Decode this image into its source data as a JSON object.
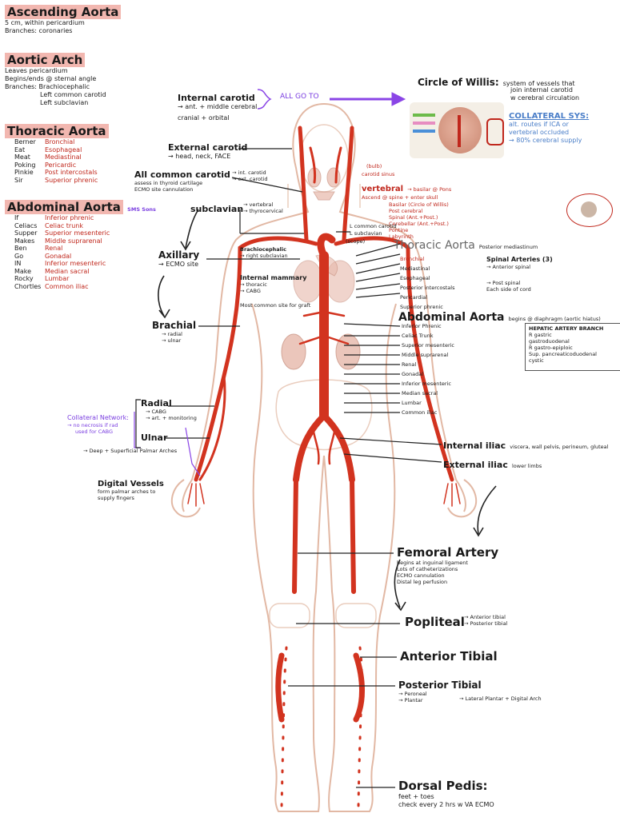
{
  "left_notes": {
    "ascending": {
      "title": "Ascending Aorta",
      "l1": "5 cm, within pericardium",
      "l2": "Branches: coronaries"
    },
    "arch": {
      "title": "Aortic Arch",
      "l1": "Leaves pericardium",
      "l2": "Begins/ends @ sternal angle",
      "l3": "Branches: Brachiocephalic",
      "l4": "Left common carotid",
      "l5": "Left subclavian"
    },
    "thoracic": {
      "title": "Thoracic Aorta",
      "rows": [
        [
          "Berner",
          "Bronchial"
        ],
        [
          "Eat",
          "Esophageal"
        ],
        [
          "Meat",
          "Mediastinal"
        ],
        [
          "Poking",
          "Pericardic"
        ],
        [
          "Pinkie",
          "Post intercostals"
        ],
        [
          "Sir",
          "Superior phrenic"
        ]
      ]
    },
    "abdominal": {
      "title": "Abdominal Aorta",
      "note": "SMS Sons",
      "rows": [
        [
          "If",
          "Inferior phrenic"
        ],
        [
          "Celiacs",
          "Celiac trunk"
        ],
        [
          "Supper",
          "Superior mesenteric"
        ],
        [
          "Makes",
          "Middle suprarenal"
        ],
        [
          "Ben",
          "Renal"
        ],
        [
          "Go",
          "Gonadal"
        ],
        [
          "IN",
          "Inferior mesenteric"
        ],
        [
          "Make",
          "Median sacral"
        ],
        [
          "Rocky",
          "Lumbar"
        ],
        [
          "Chortles",
          "Common iliac"
        ]
      ]
    }
  },
  "circle": {
    "title": "Circle of Willis:",
    "desc1": "system of vessels that",
    "desc2": "join internal carotid",
    "desc3": "w cerebral circulation",
    "collateral": "COLLATERAL SYS:",
    "c1": "alt. routes if ICA or",
    "c2": "vertebral occluded",
    "c3": "→ 80% cerebral supply"
  },
  "head": {
    "internal_carotid": "Internal carotid",
    "ic_sub1": "→ ant. + middle cerebral",
    "ic_sub2": "cranial + orbital",
    "all_go_to": "ALL GO TO",
    "external_carotid": "External carotid",
    "ec_sub": "→ head, neck, FACE",
    "common_carotid": "All common carotid",
    "cc_sub1": "assess in thyroid cartilage",
    "cc_sub2": "ECMO site cannulation",
    "cc_right1": "→ int. carotid",
    "cc_right2": "→ ext. carotid",
    "subclavian": "subclavian",
    "sub_right1": "→ vertebral",
    "sub_right2": "→ thyrocervical",
    "carotid_sinus": "carotid sinus",
    "bulb": "(bulb)",
    "vertebral": "vertebral",
    "vert_sub1": "→ basilar @ Pons",
    "vert_sub2": "Ascend @ spine + enter skull",
    "vert_list": [
      "Basilar (Circle of Willis)",
      "Post cerebral",
      "Spinal (Ant.+Post.)",
      "Cerebellar (Ant.+Post.)",
      "Pontine",
      "Labyrinth"
    ]
  },
  "mid_left": {
    "axillary": "Axillary",
    "ax_sub": "→ ECMO site",
    "brachial": "Brachial",
    "br_sub1": "→ radial",
    "br_sub2": "→ ulnar",
    "radial": "Radial",
    "rad_sub1": "→ CABG",
    "rad_sub2": "→ art. + monitoring",
    "ulnar": "Ulnar",
    "collateral": "Collateral Network:",
    "col1": "→ no necrosis if rad",
    "col2": "used for CABG",
    "palmar": "→ Deep + Superficial Palmar Arches",
    "digital": "Digital Vessels",
    "dig1": "form palmar arches to",
    "dig2": "supply fingers"
  },
  "chest": {
    "brachiocephalic": "Brachiocephalic",
    "bc_sub": "→ right subclavian",
    "internal_mammary": "Internal mammary",
    "im_sub1": "→ thoracic",
    "im_sub2": "→ CABG",
    "chest_note": "Most common site for graft",
    "l_common_carotid": "L common carotid",
    "l_subclavian": "L subclavian",
    "scope": "(scope)",
    "thoracic_aorta": "Thoracic Aorta",
    "ta_note": "Posterior mediastinum",
    "ta_list": [
      "Bronchial",
      "Mediastinal",
      "Esophageal",
      "Posterior intercostals",
      "Pericardial",
      "Superior phrenic"
    ],
    "spinal": "Spinal Arteries (3)",
    "sp1": "→ Anterior spinal",
    "sp2": "→ Post spinal",
    "sp_note": "Each side of cord",
    "abdominal_aorta": "Abdominal Aorta",
    "aa_note": "begins @ diaphragm (aortic hiatus)",
    "aa_list": [
      "Inferior Phrenic",
      "Celiac Trunk",
      "Superior mesenteric",
      "Middle suprarenal",
      "Renal",
      "Gonadal",
      "Inferior mesenteric",
      "Median sacral",
      "Lumbar",
      "Common iliac"
    ],
    "hepatic": "HEPATIC ARTERY BRANCH",
    "hepatic_list": [
      "R gastric",
      "gastroduodenal",
      "R gastro-epiploic",
      "Sup. pancreaticoduodenal",
      "cystic"
    ]
  },
  "legs": {
    "internal_iliac": "Internal iliac",
    "ii_sub": "viscera, wall pelvis, perineum, gluteal",
    "external_iliac": "External iliac",
    "ei_sub": "lower limbs",
    "femoral": "Femoral Artery",
    "fem_list": [
      "begins at inguinal ligament",
      "Lots of catheterizations",
      "ECMO cannulation",
      "Distal leg perfusion"
    ],
    "popliteal": "Popliteal",
    "pop_sub1": "→ Anterior tibial",
    "pop_sub2": "→ Posterior tibial",
    "anterior_tibial": "Anterior Tibial",
    "posterior_tibial": "Posterior Tibial",
    "pt_sub1": "→ Peroneal",
    "pt_sub2": "→ Plantar",
    "pt_sub3": "→ Lateral Plantar + Digital Arch",
    "dorsal": "Dorsal Pedis:",
    "dp1": "feet + toes",
    "dp2": "check every 2 hrs w VA ECMO"
  },
  "colors": {
    "artery": "#d2331f",
    "outline": "#e2b8a4",
    "highlight": "#f2b7b0",
    "purple": "#8a45e6",
    "organ": "#e7b9ab"
  }
}
